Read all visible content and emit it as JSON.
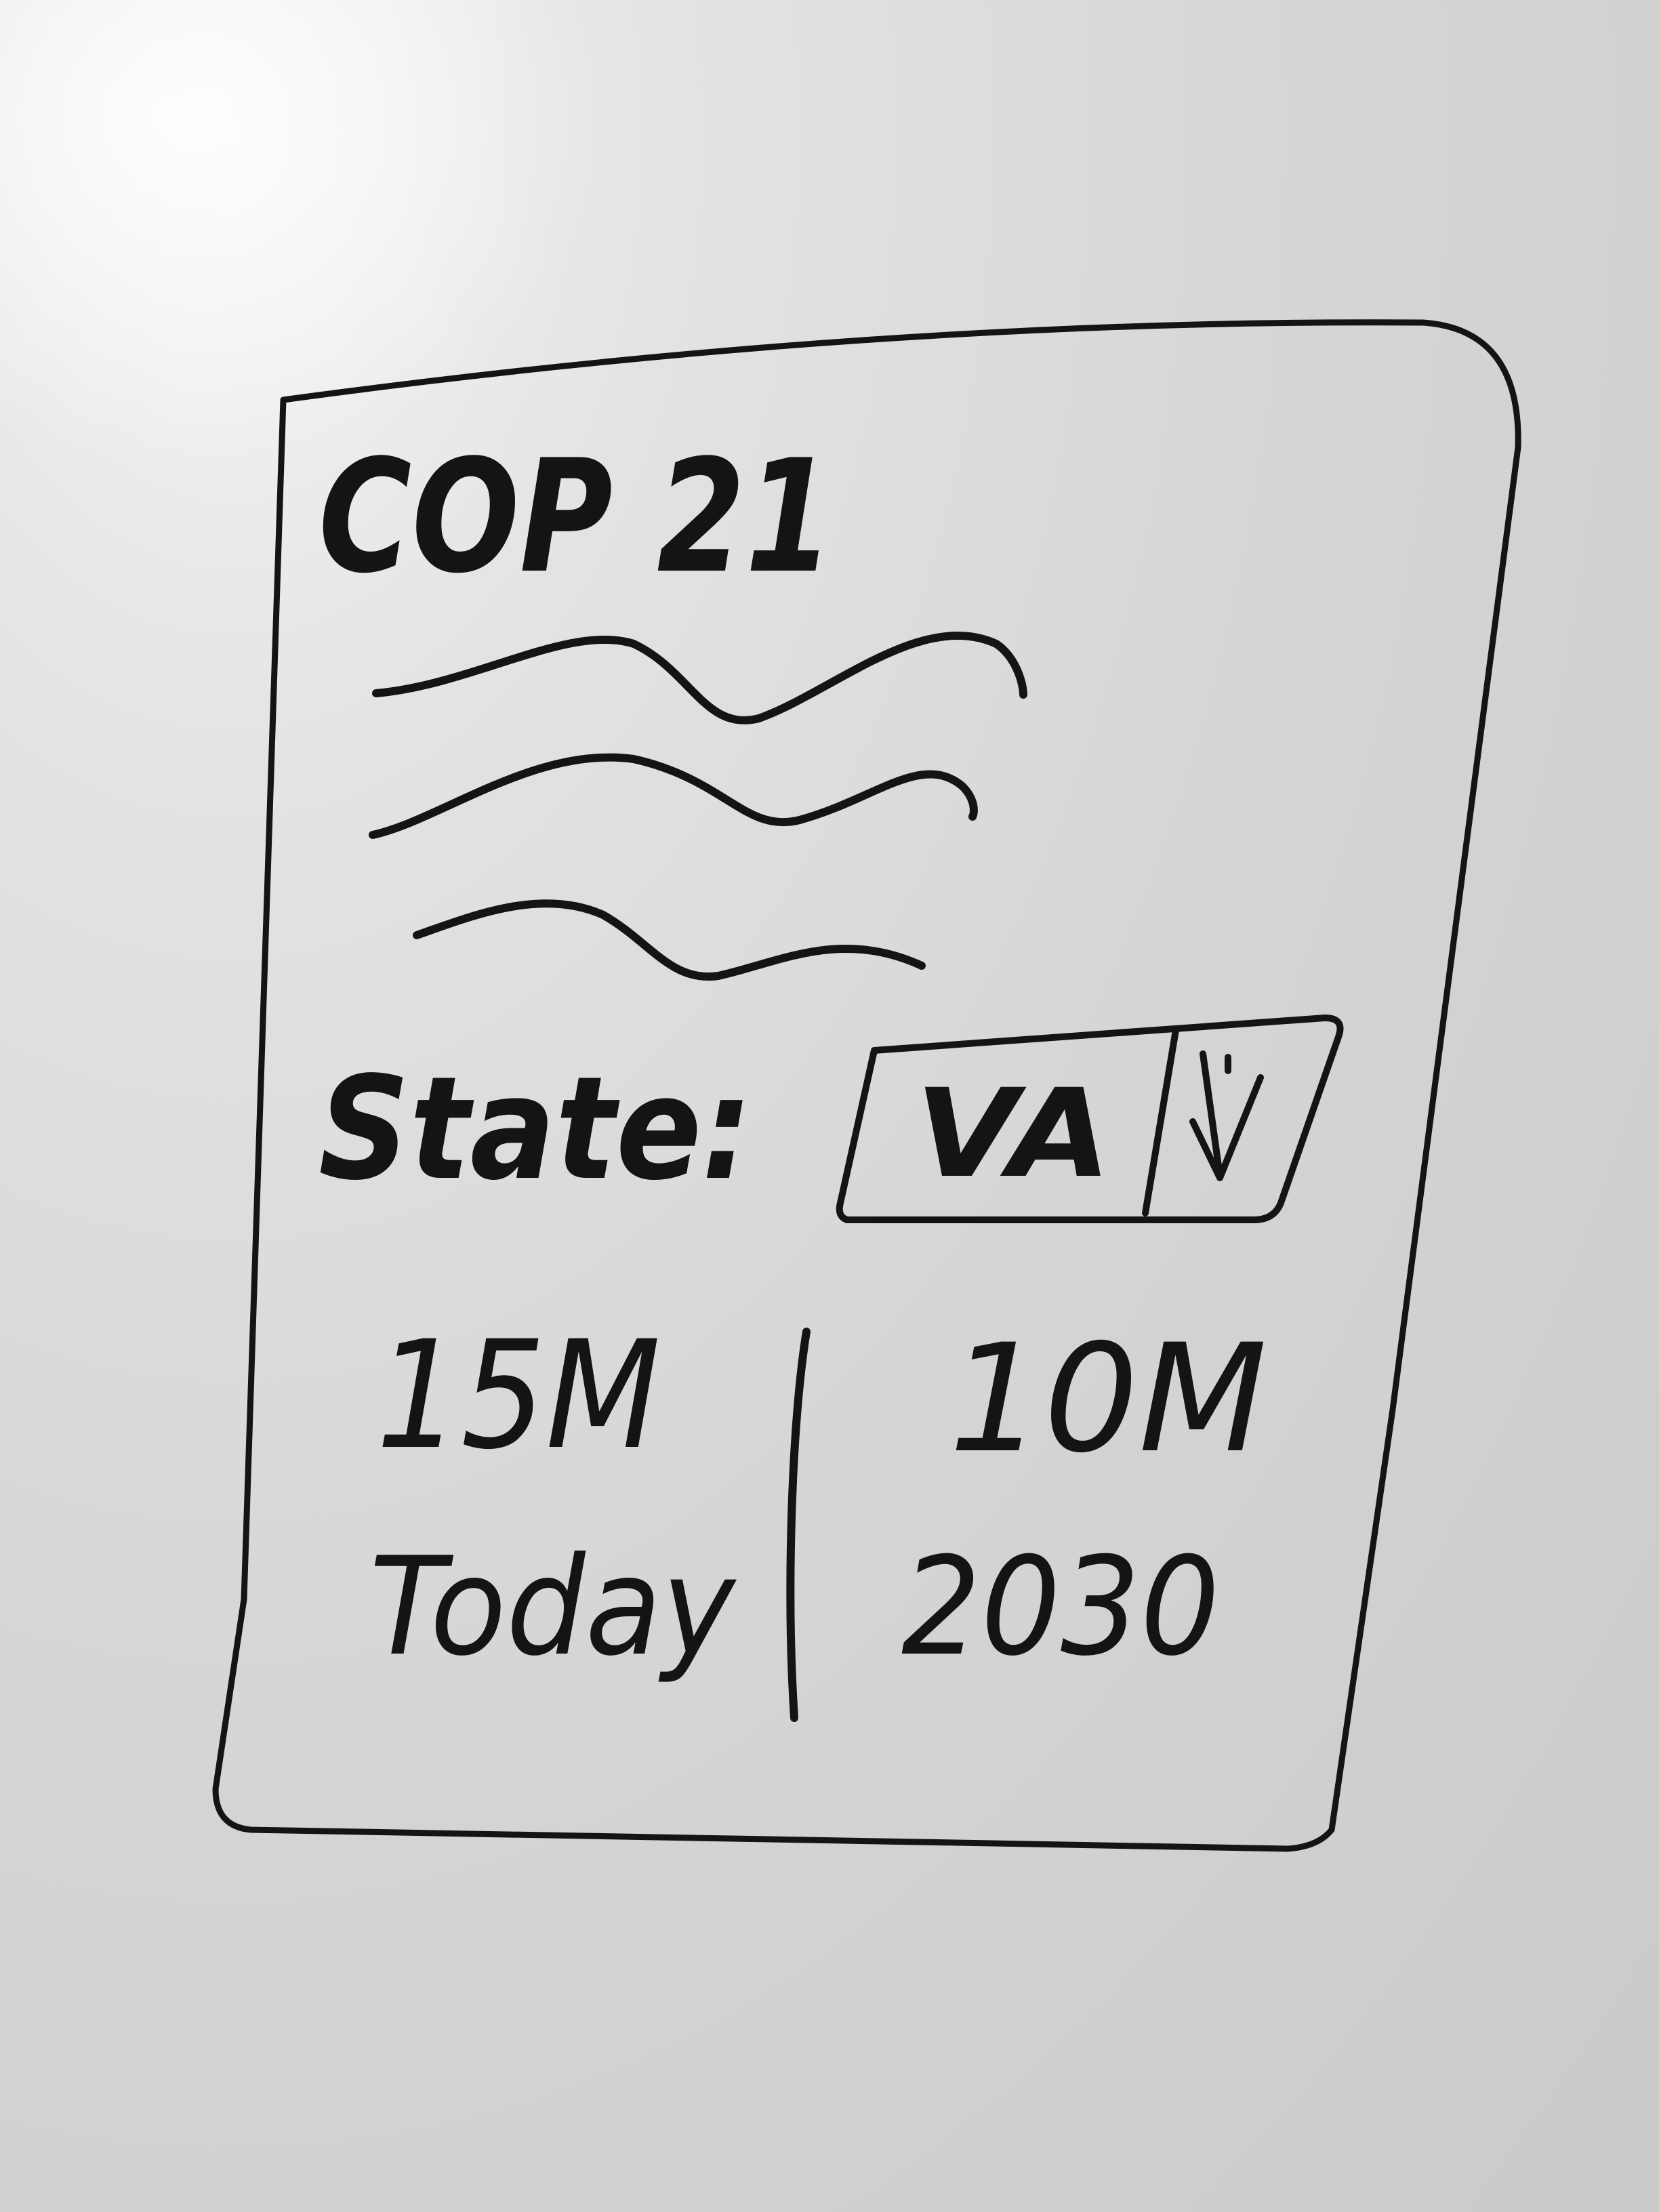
{
  "card": {
    "title": "COP 21",
    "body_placeholder_lines": 3,
    "state_selector": {
      "label": "State:",
      "selected_value": "VA",
      "icon": "chevron-down-icon"
    },
    "stats": [
      {
        "value": "15M",
        "caption": "Today"
      },
      {
        "value": "10M",
        "caption": "2030"
      }
    ]
  },
  "colors": {
    "ink": "#141414",
    "whiteboard": "#d4d6d5"
  }
}
